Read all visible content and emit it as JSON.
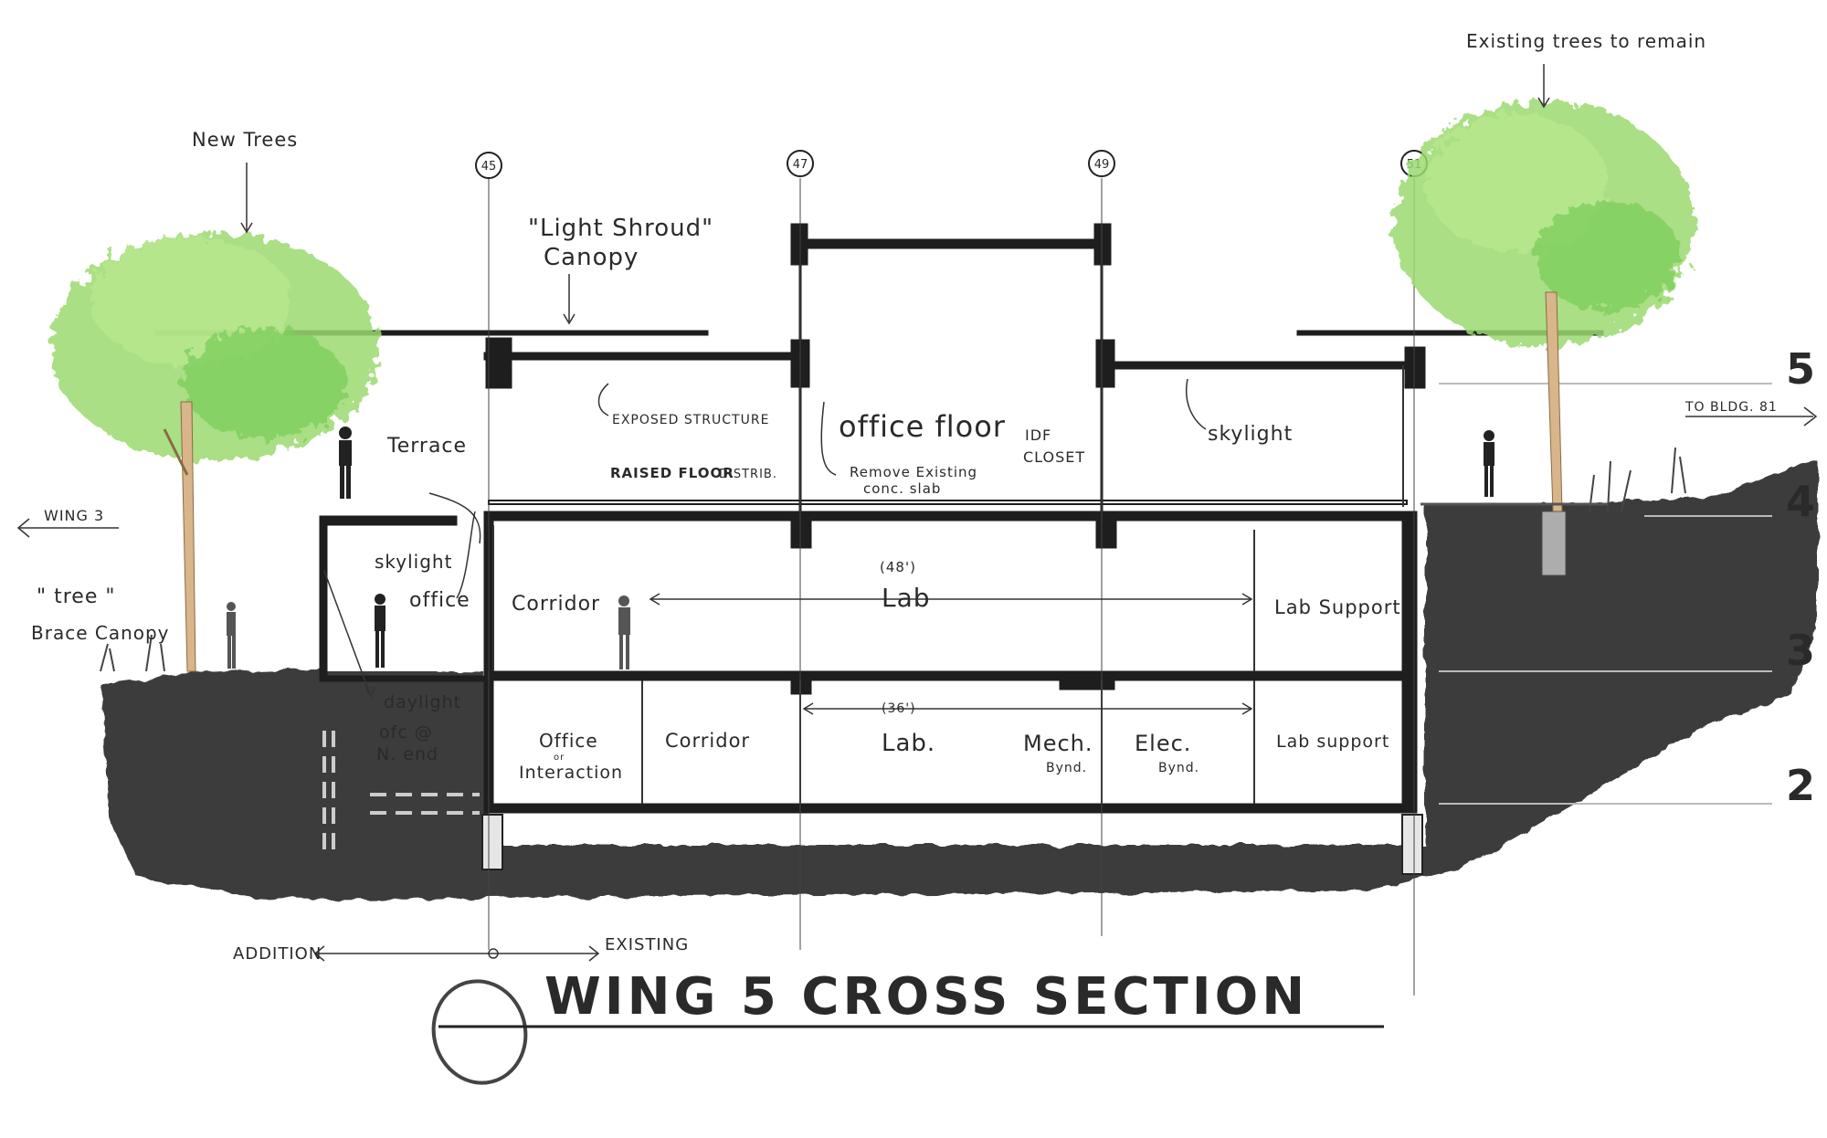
{
  "title": "WING 5 CROSS SECTION",
  "grid_lines": [
    "45",
    "47",
    "49",
    "51"
  ],
  "levels": [
    "5",
    "4",
    "3",
    "2"
  ],
  "annotations": {
    "new_trees": "New Trees",
    "existing_trees": "Existing trees to remain",
    "canopy_line1": "\"Light Shroud\"",
    "canopy_line2": "Canopy",
    "terrace": "Terrace",
    "exposed_structure": "EXPOSED STRUCTURE",
    "raised_floor": "RAISED FLOOR",
    "raised_floor_distrib": "DISTRIB.",
    "office_floor": "office floor",
    "remove_slab_line1": "Remove Existing",
    "remove_slab_line2": "conc. slab",
    "idf_line1": "IDF",
    "idf_line2": "CLOSET",
    "skylight_right": "skylight",
    "to_bldg": "TO BLDG. 81",
    "wing3": "WING 3",
    "tree_canopy_line1": "\" tree \"",
    "tree_canopy_line2": "Brace Canopy",
    "skylight_left": "skylight",
    "office_l3": "office",
    "corridor_l3": "Corridor",
    "lab_l3_dim": "(48')",
    "lab_l3": "Lab",
    "lab_support_l3": "Lab Support",
    "daylight_line1": "daylight",
    "daylight_line2": "ofc @",
    "daylight_line3": "N. end",
    "office_l2_line1": "Office",
    "office_l2_line2": "or",
    "office_l2_line3": "Interaction",
    "corridor_l2": "Corridor",
    "lab_l2_dim": "(36')",
    "lab_l2": "Lab.",
    "mech_line1": "Mech.",
    "mech_line2": "Bynd.",
    "elec_line1": "Elec.",
    "elec_line2": "Bynd.",
    "lab_support_l2": "Lab support",
    "addition": "ADDITION",
    "existing": "EXISTING"
  },
  "colors": {
    "ink": "#1e1e1e",
    "earth": "#2f2f2f",
    "tree_green": "#8fd46a",
    "tree_light": "#b9e88f",
    "trunk": "#d8b58a"
  }
}
